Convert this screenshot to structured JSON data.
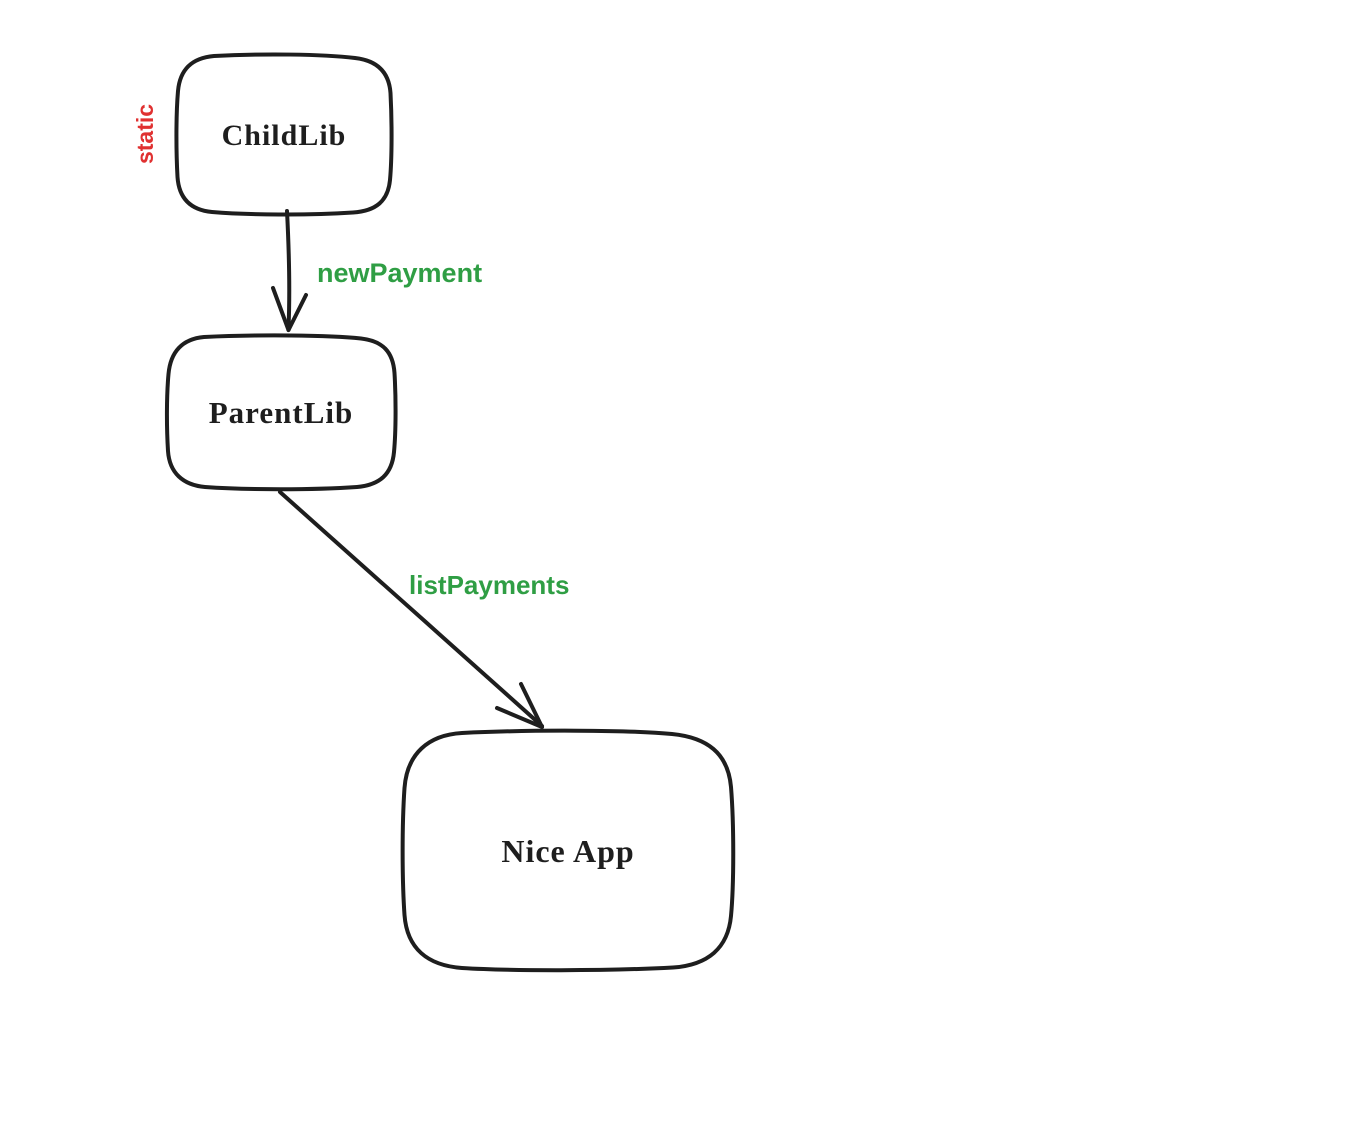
{
  "diagram": {
    "nodes": [
      {
        "id": "childlib",
        "label": "ChildLib"
      },
      {
        "id": "parentlib",
        "label": "ParentLib"
      },
      {
        "id": "niceapp",
        "label": "Nice App"
      }
    ],
    "edges": [
      {
        "from": "childlib",
        "to": "parentlib",
        "label": "newPayment"
      },
      {
        "from": "parentlib",
        "to": "niceapp",
        "label": "listPayments"
      }
    ],
    "annotations": [
      {
        "target": "childlib",
        "label": "static",
        "orientation": "vertical"
      }
    ],
    "colors": {
      "stroke": "#1e1e1e",
      "edge_label": "#2f9e44",
      "annotation": "#e03131",
      "background": "#ffffff"
    }
  }
}
